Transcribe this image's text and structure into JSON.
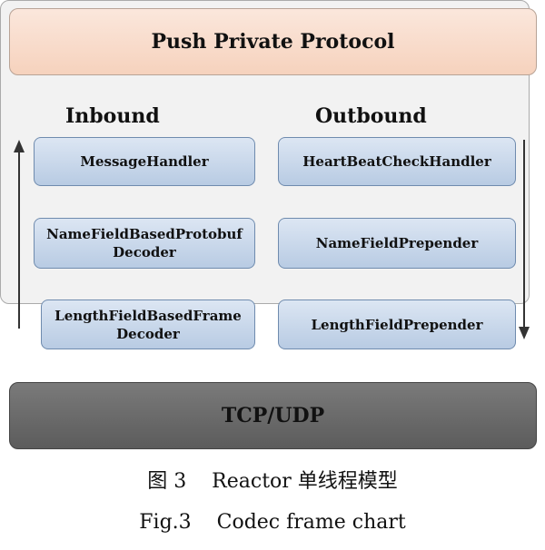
{
  "top_layer": {
    "label": "Push Private Protocol"
  },
  "inbound": {
    "heading": "Inbound",
    "handlers": [
      "MessageHandler",
      "NameFieldBasedProtobuf\nDecoder",
      "LengthFieldBasedFrame\nDecoder"
    ]
  },
  "outbound": {
    "heading": "Outbound",
    "handlers": [
      "HeartBeatCheckHandler",
      "NameFieldPrepender",
      "LengthFieldPrepender"
    ]
  },
  "bottom_layer": {
    "label": "TCP/UDP"
  },
  "caption": {
    "cn": "图 3    Reactor 单线程模型",
    "en": "Fig.3    Codec frame chart"
  },
  "colors": {
    "top_fill": "#f6d2bd",
    "handler_fill": "#c9d8ea",
    "bottom_fill": "#6b6b6b",
    "middle_fill": "#f2f2f2"
  }
}
